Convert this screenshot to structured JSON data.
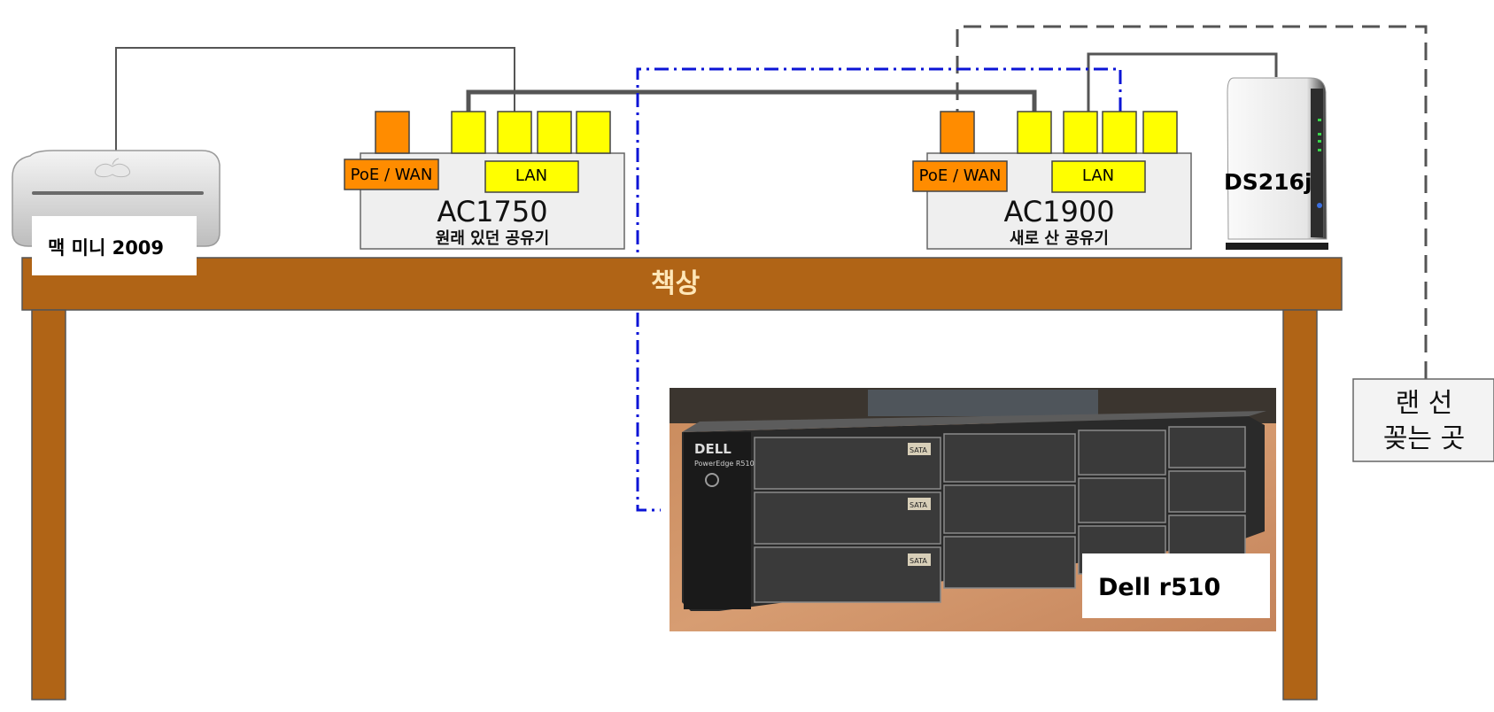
{
  "desk": {
    "label": "책상"
  },
  "mac_mini": {
    "label": "맥 미니 2009"
  },
  "router_old": {
    "model": "AC1750",
    "subtitle": "원래 있던 공유기",
    "wan_label": "PoE / WAN",
    "lan_label": "LAN"
  },
  "router_new": {
    "model": "AC1900",
    "subtitle": "새로 산 공유기",
    "wan_label": "PoE / WAN",
    "lan_label": "LAN"
  },
  "nas": {
    "label": "DS216j"
  },
  "server": {
    "label": "Dell r510",
    "bezel_brand": "DELL",
    "bezel_model": "PowerEdge R510",
    "drive_tag": "SATA"
  },
  "wall_port": {
    "line1": "랜 선",
    "line2": "꽂는 곳"
  },
  "colors": {
    "desk": "#b06416",
    "desk_label": "#ffe7b8",
    "lan_port": "#ffff00",
    "wan_port": "#ff8c00",
    "router_body": "#efefef",
    "cable": "#555555",
    "server_link": "#0b14d6"
  }
}
